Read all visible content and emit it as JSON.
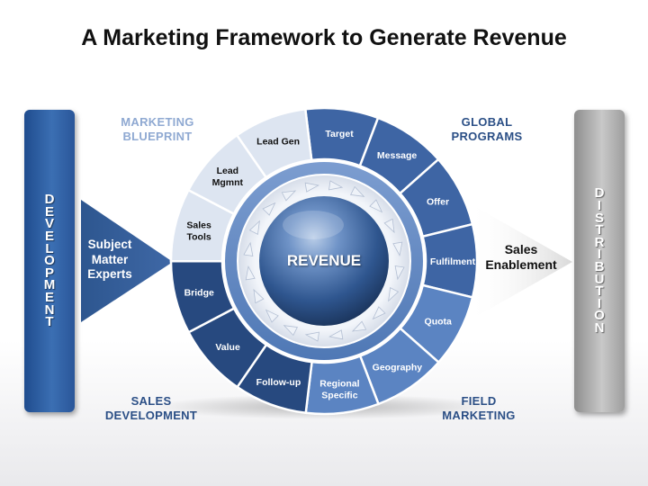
{
  "title": "A Marketing Framework to Generate Revenue",
  "left_bar": {
    "label": "DEVELOPMENT",
    "letters": [
      "D",
      "E",
      "V",
      "E",
      "L",
      "O",
      "P",
      "M",
      "E",
      "N",
      "T"
    ]
  },
  "right_bar": {
    "label": "DISTRIBUTION",
    "letters": [
      "D",
      "I",
      "S",
      "T",
      "R",
      "I",
      "B",
      "U",
      "T",
      "I",
      "O",
      "N"
    ]
  },
  "corner_labels": {
    "marketing_blueprint": [
      "MARKETING",
      "BLUEPRINT"
    ],
    "global_programs": [
      "GLOBAL",
      "PROGRAMS"
    ],
    "sales_development": [
      "SALES",
      "DEVELOPMENT"
    ],
    "field_marketing": [
      "FIELD",
      "MARKETING"
    ]
  },
  "input_arrow": {
    "lines": [
      "Subject",
      "Matter",
      "Experts"
    ]
  },
  "output_arrow": {
    "lines": [
      "Sales",
      "Enablement"
    ]
  },
  "center": {
    "label": "REVENUE"
  },
  "segments": [
    {
      "label": "Target",
      "lines": [
        "Target"
      ],
      "group": "global"
    },
    {
      "label": "Message",
      "lines": [
        "Message"
      ],
      "group": "global"
    },
    {
      "label": "Offer",
      "lines": [
        "Offer"
      ],
      "group": "global"
    },
    {
      "label": "Fulfilment",
      "lines": [
        "Fulfilment"
      ],
      "group": "global"
    },
    {
      "label": "Quota",
      "lines": [
        "Quota"
      ],
      "group": "field"
    },
    {
      "label": "Geography",
      "lines": [
        "Geography"
      ],
      "group": "field"
    },
    {
      "label": "Regional Specific",
      "lines": [
        "Regional",
        "Specific"
      ],
      "group": "field"
    },
    {
      "label": "Follow-up",
      "lines": [
        "Follow-up"
      ],
      "group": "sales"
    },
    {
      "label": "Value",
      "lines": [
        "Value"
      ],
      "group": "sales"
    },
    {
      "label": "Bridge",
      "lines": [
        "Bridge"
      ],
      "group": "sales"
    },
    {
      "label": "Sales Tools",
      "lines": [
        "Sales",
        "Tools"
      ],
      "group": "blueprint"
    },
    {
      "label": "Lead Mgmnt",
      "lines": [
        "Lead",
        "Mgmnt"
      ],
      "group": "blueprint"
    },
    {
      "label": "Lead Gen",
      "lines": [
        "Lead Gen"
      ],
      "group": "blueprint"
    }
  ],
  "colors": {
    "global": "#3e65a4",
    "field": "#5b84c2",
    "sales": "#27497f",
    "blueprint": "#dde5f1",
    "blueprint_text": "#111111",
    "dark_text": "#ffffff",
    "accent": "#2b4f86",
    "light_accent": "#8fa9d2"
  }
}
